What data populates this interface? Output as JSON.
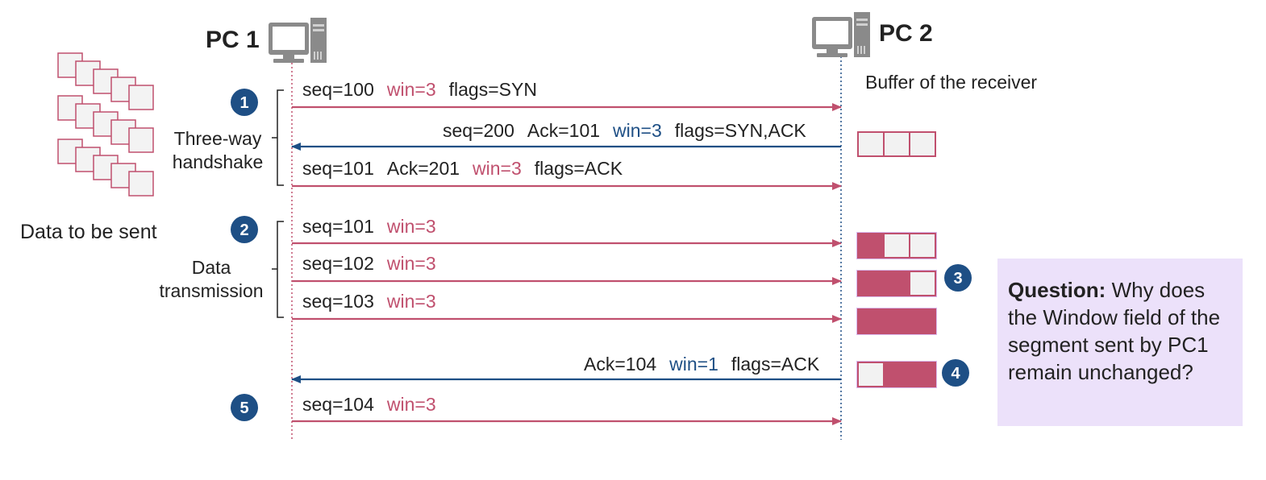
{
  "colors": {
    "pink": "#c0506e",
    "blue": "#1e4f85",
    "question_bg": "#ece1fa",
    "pink_fill": "#c0506e",
    "pink_stroke": "#c0506e",
    "highlight": "#d9b9ef"
  },
  "pc1": {
    "label": "PC 1",
    "icon": "computer-icon"
  },
  "pc2": {
    "label": "PC 2",
    "icon": "computer-icon"
  },
  "buffer_title": "Buffer of the receiver",
  "data_to_send_label": "Data to be sent",
  "brackets": {
    "handshake_label_line1": "Three-way",
    "handshake_label_line2": "handshake",
    "data_label_line1": "Data",
    "data_label_line2": "transmission"
  },
  "steps": [
    "1",
    "2",
    "3",
    "4",
    "5"
  ],
  "messages": [
    {
      "direction": "right",
      "parts": [
        {
          "text": "seq=100"
        },
        {
          "text": "win=3",
          "color": "pink"
        },
        {
          "text": "flags=SYN"
        }
      ]
    },
    {
      "direction": "left",
      "parts": [
        {
          "text": "seq=200"
        },
        {
          "text": "Ack=101"
        },
        {
          "text": "win=3",
          "color": "blue"
        },
        {
          "text": "flags=SYN,ACK"
        }
      ]
    },
    {
      "direction": "right",
      "parts": [
        {
          "text": "seq=101"
        },
        {
          "text": "Ack=201"
        },
        {
          "text": "win=3",
          "color": "pink"
        },
        {
          "text": "flags=ACK"
        }
      ]
    },
    {
      "direction": "right",
      "parts": [
        {
          "text": "seq=101"
        },
        {
          "text": "win=3",
          "color": "pink"
        }
      ]
    },
    {
      "direction": "right",
      "parts": [
        {
          "text": "seq=102"
        },
        {
          "text": "win=3",
          "color": "pink"
        }
      ]
    },
    {
      "direction": "right",
      "parts": [
        {
          "text": "seq=103"
        },
        {
          "text": "win=3",
          "color": "pink"
        }
      ]
    },
    {
      "direction": "left",
      "parts": [
        {
          "text": "Ack=104"
        },
        {
          "text": "win=1",
          "color": "blue"
        },
        {
          "text": "flags=ACK"
        }
      ]
    },
    {
      "direction": "right",
      "parts": [
        {
          "text": "seq=104"
        },
        {
          "text": "win=3",
          "color": "pink"
        }
      ]
    }
  ],
  "buffers": [
    {
      "cells": [
        false,
        false,
        false
      ]
    },
    {
      "cells": [
        true,
        false,
        false
      ]
    },
    {
      "cells": [
        true,
        true,
        false
      ]
    },
    {
      "cells": [
        true,
        true,
        true
      ]
    },
    {
      "cells": [
        false,
        true,
        true
      ]
    }
  ],
  "question": {
    "label": "Question:",
    "text": " Why does the Window field of the segment sent by PC1 remain unchanged?"
  }
}
